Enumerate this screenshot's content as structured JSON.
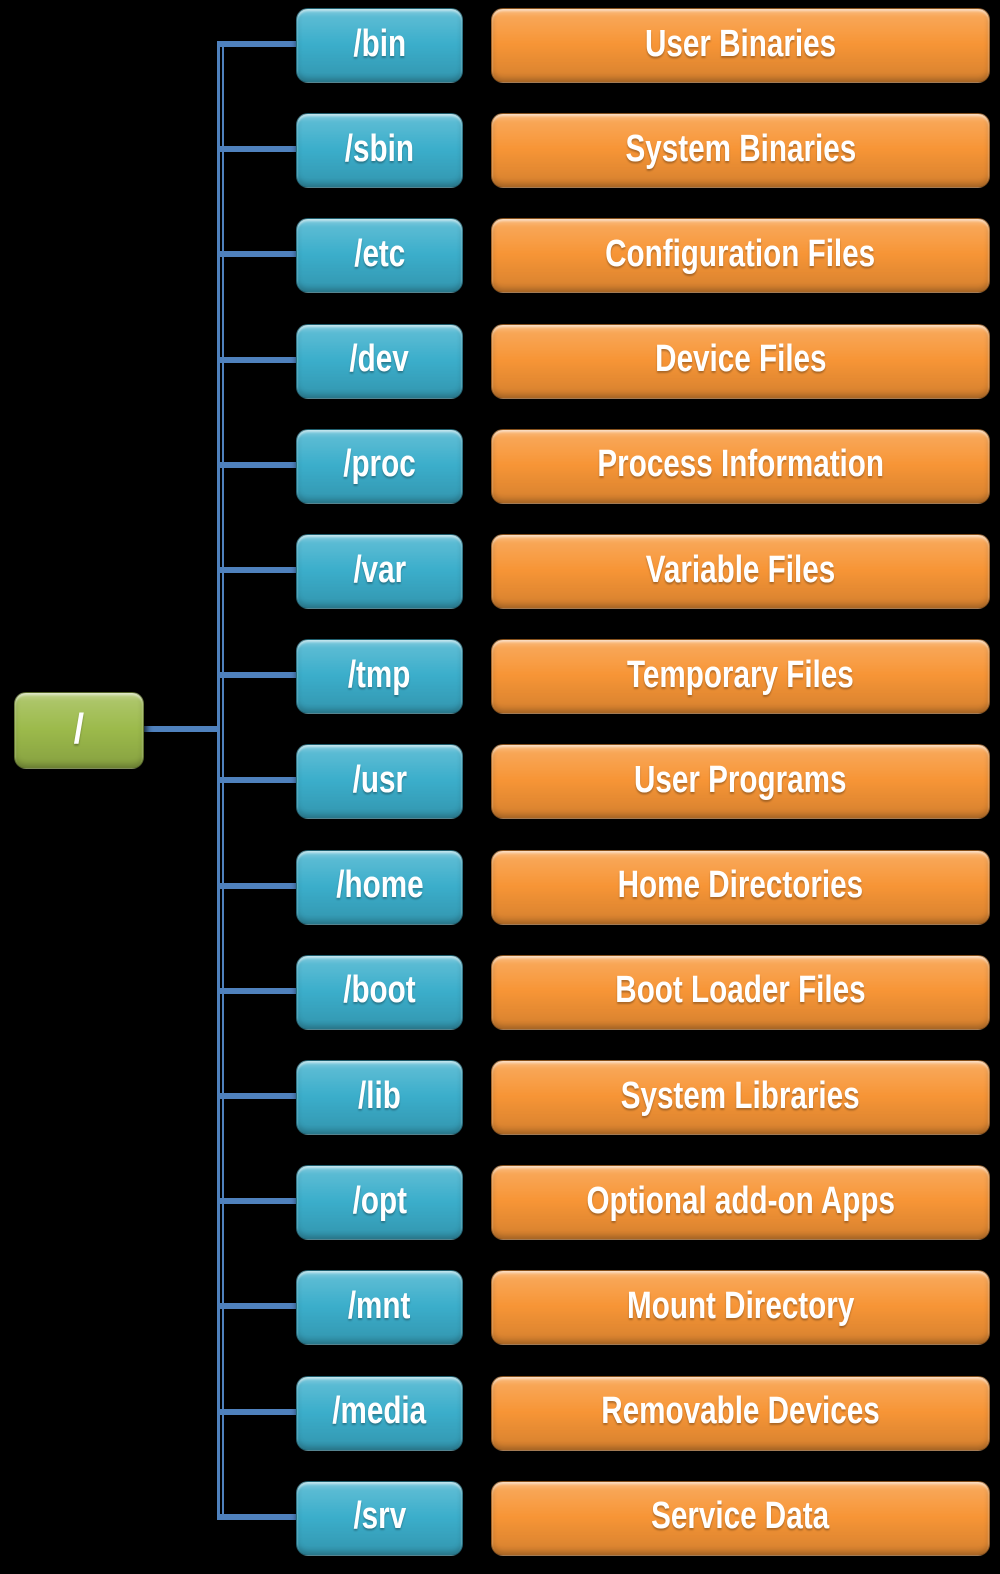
{
  "diagram": {
    "root": {
      "label": "/"
    },
    "rows": [
      {
        "dir": "/bin",
        "desc": "User Binaries"
      },
      {
        "dir": "/sbin",
        "desc": "System Binaries"
      },
      {
        "dir": "/etc",
        "desc": "Configuration Files"
      },
      {
        "dir": "/dev",
        "desc": "Device Files"
      },
      {
        "dir": "/proc",
        "desc": "Process Information"
      },
      {
        "dir": "/var",
        "desc": "Variable Files"
      },
      {
        "dir": "/tmp",
        "desc": "Temporary Files"
      },
      {
        "dir": "/usr",
        "desc": "User Programs"
      },
      {
        "dir": "/home",
        "desc": "Home Directories"
      },
      {
        "dir": "/boot",
        "desc": "Boot Loader Files"
      },
      {
        "dir": "/lib",
        "desc": "System Libraries"
      },
      {
        "dir": "/opt",
        "desc": "Optional add-on Apps"
      },
      {
        "dir": "/mnt",
        "desc": "Mount Directory"
      },
      {
        "dir": "/media",
        "desc": "Removable Devices"
      },
      {
        "dir": "/srv",
        "desc": "Service Data"
      }
    ],
    "colors": {
      "bg": "#000000",
      "line": "#4F81BD",
      "dir": "#3BAECB",
      "desc": "#F79536",
      "root": "#9CBA4B"
    }
  }
}
